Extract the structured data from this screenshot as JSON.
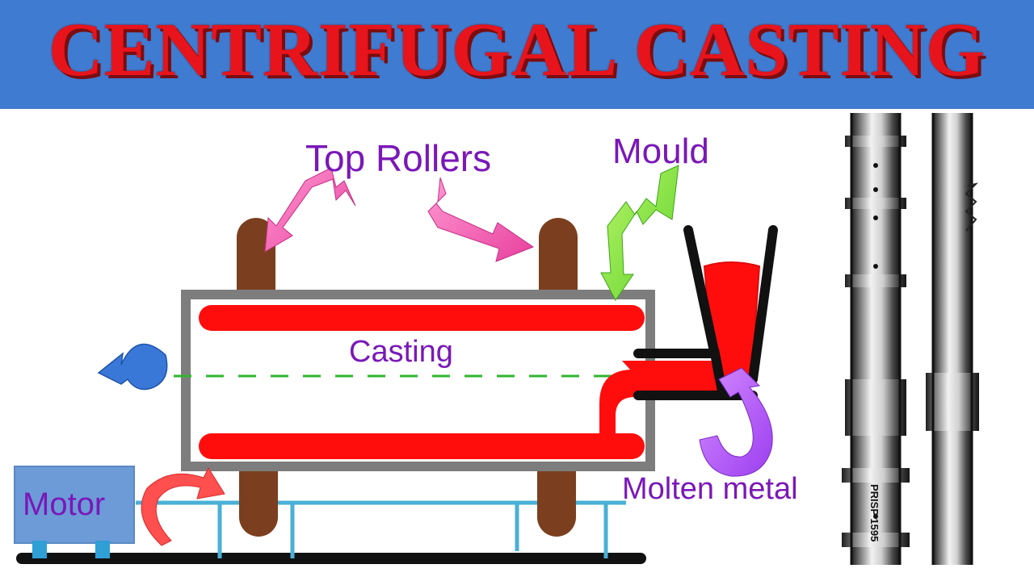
{
  "title": "CENTRIFUGAL CASTING",
  "labels": {
    "top_rollers": "Top Rollers",
    "mould": "Mould",
    "casting": "Casting",
    "molten_metal": "Molten metal",
    "motor": "Motor",
    "pipe_stamp": "PRISP 1595"
  },
  "colors": {
    "banner": "#3f7bd0",
    "title": "#e8141c",
    "label": "#7a18b8",
    "metal": "#ff0d0d",
    "mould_frame": "#7d7d7d",
    "roller": "#7b3f1f",
    "motor": "#6c9bd8",
    "rail": "#4ab0d6",
    "axis": "#2fb62f"
  }
}
